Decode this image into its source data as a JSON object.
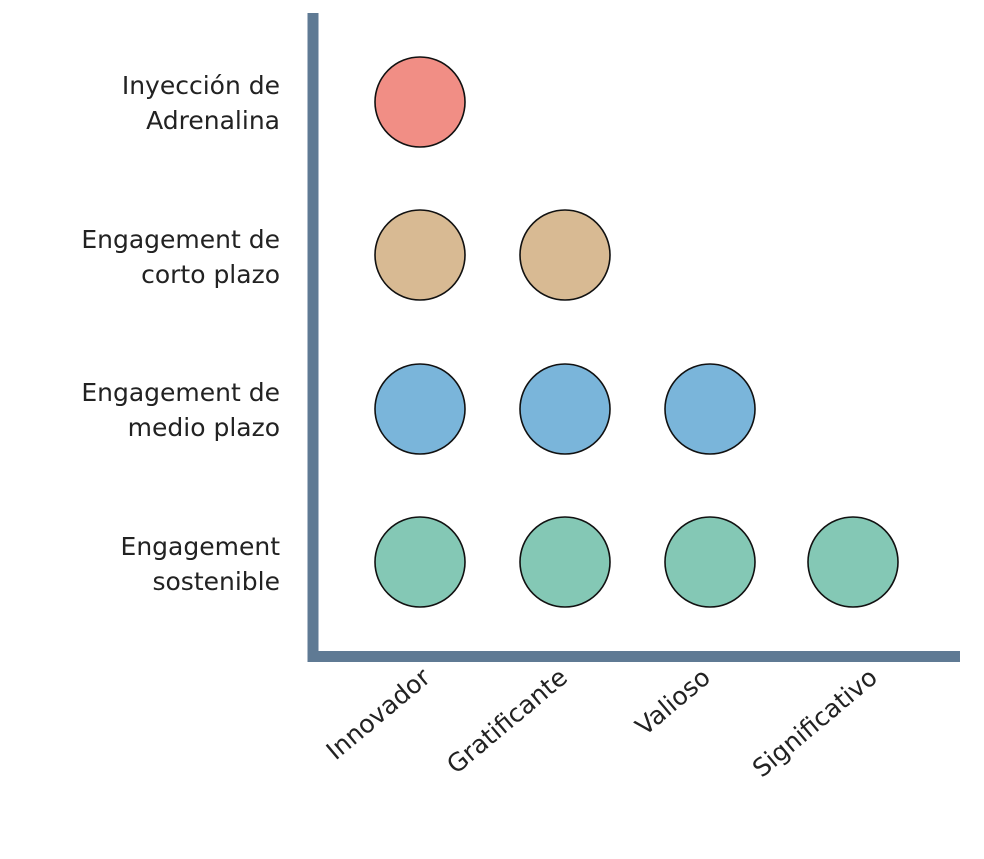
{
  "rows": [
    {
      "lines": [
        "Inyección de",
        "Adrenalina"
      ],
      "count": 1,
      "color": "#F18E85"
    },
    {
      "lines": [
        "Engagement de",
        "corto plazo"
      ],
      "count": 2,
      "color": "#D8BA93"
    },
    {
      "lines": [
        "Engagement de",
        "medio plazo"
      ],
      "count": 3,
      "color": "#7AB5DA"
    },
    {
      "lines": [
        "Engagement",
        "sostenible"
      ],
      "count": 4,
      "color": "#84C8B5"
    }
  ],
  "columns": [
    "Innovador",
    "Gratificante",
    "Valioso",
    "Significativo"
  ],
  "axis_color": "#5F7A94"
}
